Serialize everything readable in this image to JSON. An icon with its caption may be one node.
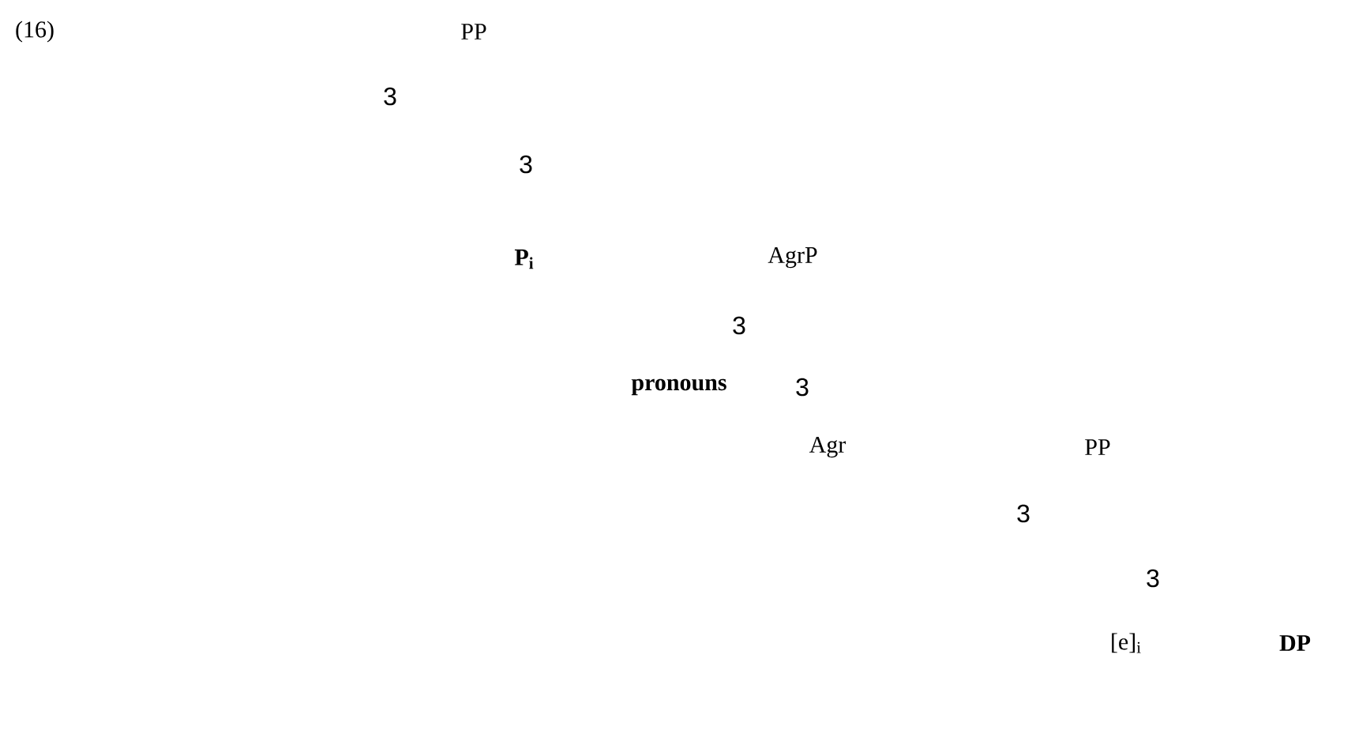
{
  "diagram": {
    "labels": [
      "(16)",
      "PP",
      "3",
      "3",
      "P$_{i}$",
      "AgrP",
      "3",
      "pronouns",
      "3",
      "Agr",
      "PP",
      "3",
      "3",
      "[e]$_{i}$",
      "DP"
    ]
  }
}
